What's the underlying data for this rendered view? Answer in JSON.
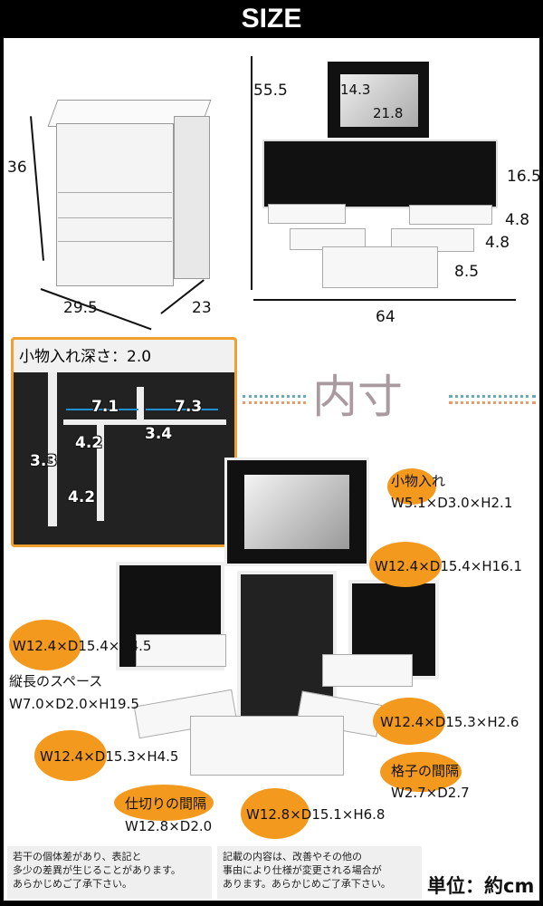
{
  "title": "SIZE",
  "closed_box": {
    "height": "36",
    "width": "29.5",
    "depth": "23"
  },
  "open_box": {
    "total_height": "55.5",
    "mirror_height": "14.3",
    "mirror_width": "21.8",
    "side_height": "16.5",
    "drawer1": "4.8",
    "drawer2": "4.8",
    "base": "8.5",
    "total_width": "64"
  },
  "inner_heading": "内寸",
  "inset": {
    "title": "小物入れ深さ：2.0",
    "d1": "7.1",
    "d2": "7.3",
    "d3": "3.4",
    "d4": "4.2",
    "d5": "3.3",
    "d6": "4.2"
  },
  "callouts": [
    {
      "name": "小物入れ",
      "size": "W5.1×D3.0×H2.1"
    },
    {
      "size": "W12.4×D15.4×H16.1"
    },
    {
      "size": "W12.4×D15.4×H4.5"
    },
    {
      "name": "縦長のスペース",
      "size": "W7.0×D2.0×H19.5"
    },
    {
      "size": "W12.4×D15.3×H2.6"
    },
    {
      "size": "W12.4×D15.3×H4.5"
    },
    {
      "name": "格子の間隔",
      "size": "W2.7×D2.7"
    },
    {
      "name": "仕切りの間隔",
      "size": "W12.8×D2.0"
    },
    {
      "size": "W12.8×D15.1×H6.8"
    }
  ],
  "notes": [
    [
      "若干の個体差があり、表記と",
      "多少の差異が生じることがあります。",
      "あらかじめご了承下さい。"
    ],
    [
      "記載の内容は、改善やその他の",
      "事由により仕様が変更される場合が",
      "あります。あらかじめご了承下さい。"
    ]
  ],
  "unit": "単位：約cm",
  "colors": {
    "accent": "#f39a1e",
    "arrow": "#1e90d0"
  }
}
